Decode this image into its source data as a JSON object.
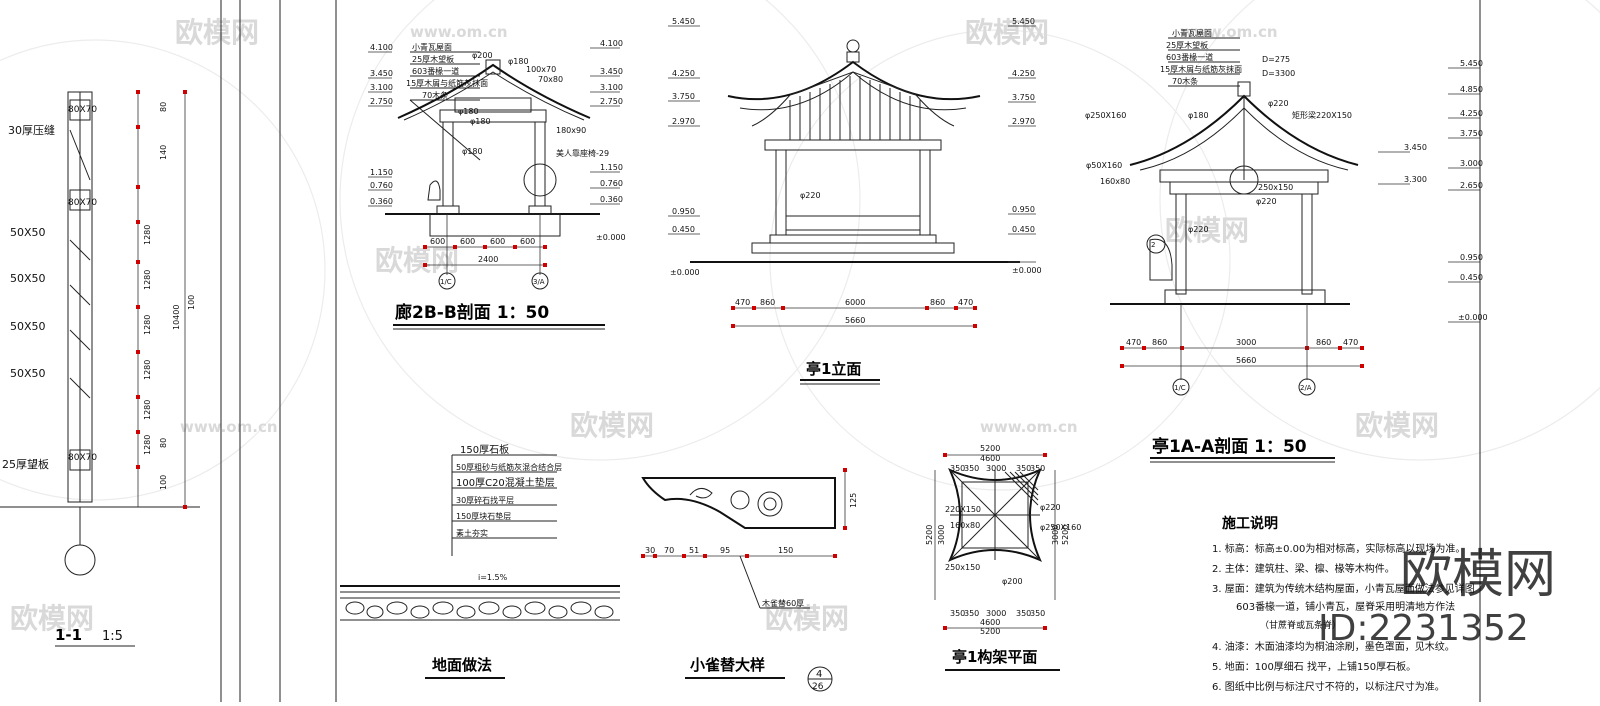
{
  "watermarks": {
    "brand": "欧模网",
    "url": "www.om.cn",
    "big_brand": "欧模网",
    "id": "ID:2231352"
  },
  "section_1_1": {
    "title": "1-1",
    "scale": "1:5",
    "labels": [
      "30厚压缝",
      "80X70",
      "80X70",
      "50X50",
      "50X50",
      "50X50",
      "50X50",
      "80X70",
      "25厚望板"
    ],
    "dims": [
      "80",
      "140",
      "1280",
      "1280",
      "1280",
      "1280",
      "1280",
      "1280",
      "80",
      "100",
      "10400",
      "100"
    ]
  },
  "corridor_section": {
    "title": "廊2B-B剖面 1：50",
    "legend": [
      "小青瓦屋面",
      "25厚木望板",
      "603番椽一道",
      "15厚木屑与纸筋灰抹面",
      "70木条"
    ],
    "elev_left": [
      "4.100",
      "3.450",
      "3.100",
      "2.750",
      "1.150",
      "0.760",
      "0.360"
    ],
    "elev_right": [
      "4.100",
      "3.450",
      "3.100",
      "2.750",
      "1.150",
      "0.760",
      "0.360"
    ],
    "callouts": [
      "φ200",
      "φ180",
      "100x70",
      "70x80",
      "φ180",
      "φ180",
      "180x90",
      "φ180",
      "美人靠座椅-29"
    ],
    "bottom_dims": [
      "600",
      "600",
      "600",
      "600"
    ],
    "total": "2400",
    "axes": [
      "1/C",
      "3/A"
    ],
    "zero": "±0.000"
  },
  "pavilion_elevation": {
    "title": "亭1立面",
    "elev_left": [
      "5.450",
      "4.250",
      "3.750",
      "2.970",
      "0.950",
      "0.450",
      "±0.000"
    ],
    "elev_right": [
      "5.450",
      "4.250",
      "3.750",
      "2.970",
      "0.950",
      "0.450",
      "±0.000"
    ],
    "callout": "φ220",
    "dims": [
      "470",
      "860",
      "6000",
      "860",
      "470"
    ],
    "total": "5660"
  },
  "pavilion_section": {
    "title": "亭1A-A剖面 1：50",
    "legend": [
      "小青瓦屋面",
      "25厚木望板",
      "603番椽一道",
      "15厚木屑与纸筋灰抹面",
      "70木条"
    ],
    "notes": [
      "D=275",
      "D=3300",
      "φ220",
      "φ180",
      "矩形梁220X150",
      "φ250X160",
      "φ50X160",
      "160x80",
      "250x150",
      "φ220",
      "φ220"
    ],
    "elev_right": [
      "5.450",
      "4.850",
      "4.250",
      "3.750",
      "3.450",
      "3.000",
      "3.300",
      "2.650",
      "0.950",
      "0.450",
      "±0.000"
    ],
    "dims": [
      "470",
      "860",
      "3000",
      "860",
      "470"
    ],
    "total": "5660",
    "axes": [
      "1/C",
      "2/A"
    ]
  },
  "floor_detail": {
    "title": "地面做法",
    "layers": [
      "150厚石板",
      "50厚粗砂与纸筋灰混合结合层",
      "100厚C20混凝土垫层",
      "30厚碎石找平层",
      "150厚块石垫层",
      "素土夯实"
    ],
    "slope": "i=1.5%"
  },
  "bracket_detail": {
    "title": "小雀替大样",
    "dims": [
      "30",
      "70",
      "51",
      "95",
      "150"
    ],
    "height": "125",
    "note": "木雀替60厚"
  },
  "frame_plan": {
    "title": "亭1构架平面",
    "top_dims": [
      "5200",
      "4600"
    ],
    "top_row": [
      "350",
      "350",
      "3000",
      "350",
      "350"
    ],
    "bottom_row": [
      "350",
      "350",
      "3000",
      "350",
      "350"
    ],
    "bottom_dims": [
      "4600",
      "5200"
    ],
    "side_dims": [
      "5200",
      "3000",
      "5200",
      "3000"
    ],
    "callouts": [
      "220X150",
      "160x80",
      "250x150",
      "φ200",
      "φ220",
      "φ250X160"
    ]
  },
  "sheet_no": {
    "num": "4",
    "den": "26"
  },
  "construction_notes": {
    "title": "施工说明",
    "items": [
      "1. 标高：标高±0.00为相对标高，实际标高以现场为准。",
      "2. 主体：建筑柱、梁、檩、椽等木构件。",
      "3. 屋面：建筑为传统木结构屋面，小青瓦屋面做法参见详图",
      "603番椽一道，铺小青瓦，屋脊采用明清地方作法",
      "（甘蔗脊或瓦条脊）",
      "4. 油漆：木面油漆均为桐油涂刷，墨色罩面，见木纹。",
      "5. 地面：100厚细石 找平，上铺150厚石板。",
      "6. 图纸中比例与标注尺寸不符的，以标注尺寸为准。"
    ]
  }
}
